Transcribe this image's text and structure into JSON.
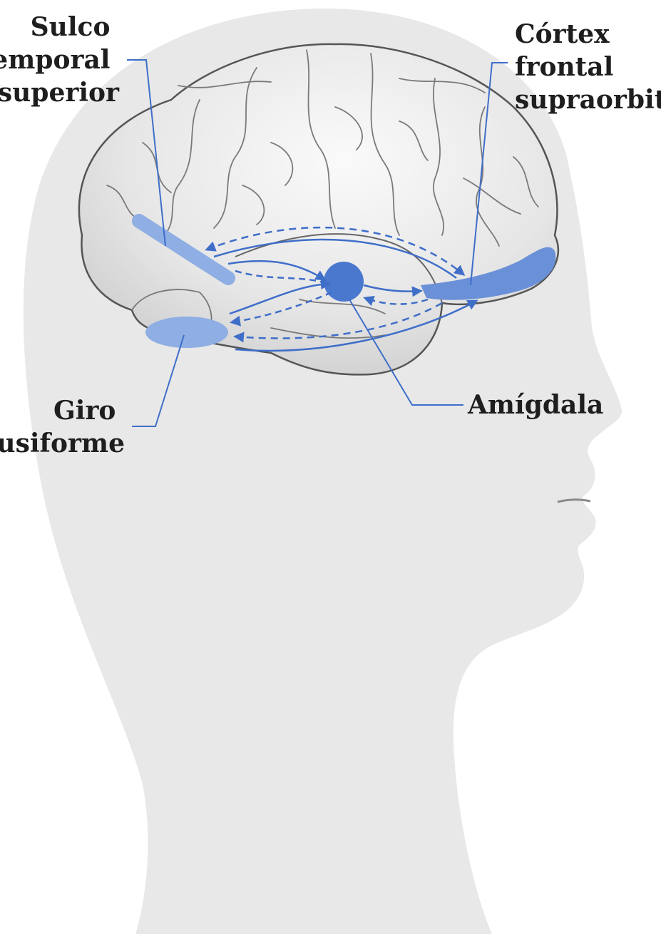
{
  "labels": {
    "sulco": [
      "Sulco",
      "temporal",
      "superior"
    ],
    "cortex": [
      "Córtex",
      "frontal",
      "supraorbital"
    ],
    "amigdala": [
      "Amígdala"
    ],
    "giro": [
      "Giro",
      "fusiforme"
    ]
  },
  "colors": {
    "head": "#e8e8e8",
    "brain_fill": "#e3e3e3",
    "brain_outline": "#555555",
    "region": "#8eaee4",
    "amygdala": "#4a78cf",
    "pathway": "#3f6ec9",
    "leader_line": "#3f6ec9"
  },
  "icons": {
    "amygdala": "amygdala-node-icon",
    "fusiform": "fusiform-gyrus-region-icon",
    "sulcus": "superior-temporal-sulcus-region-icon",
    "cortex": "supraorbital-frontal-cortex-region-icon"
  }
}
